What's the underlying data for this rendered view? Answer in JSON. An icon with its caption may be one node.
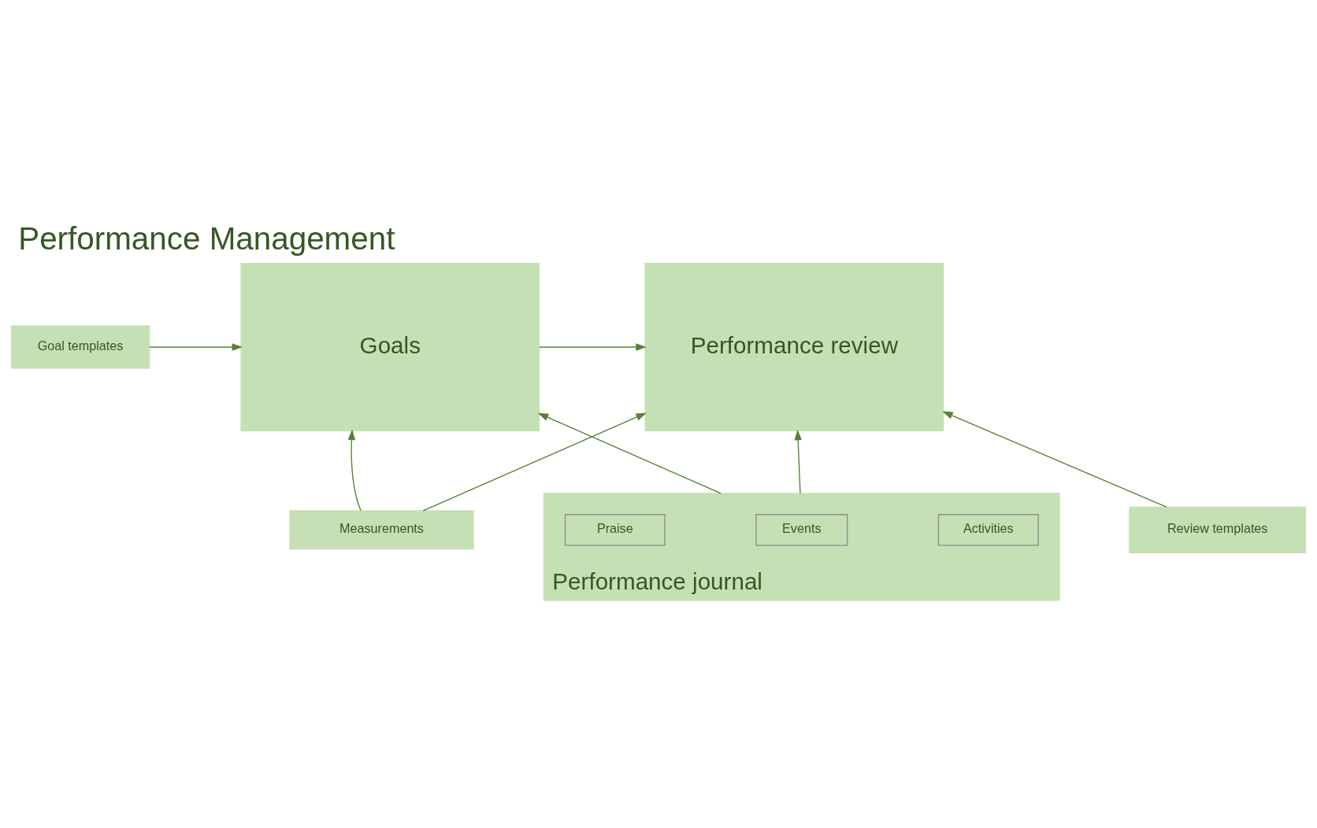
{
  "diagram": {
    "title": "Performance Management",
    "nodes": [
      {
        "text": [
          "Measurements"
        ]
      },
      {
        "text": [
          "Performance review"
        ]
      },
      {
        "text": [
          "Goals"
        ]
      },
      {
        "text": [
          "Goal templates"
        ]
      },
      {
        "text": [
          "Review templates"
        ]
      },
      {
        "text": [
          "Performance journal"
        ]
      },
      {
        "text": [
          "Activities"
        ],
        "in": 5
      },
      {
        "text": [
          "Events"
        ],
        "in": 5
      },
      {
        "text": [
          "Praise"
        ],
        "in": 5
      }
    ],
    "edges": [
      {
        "from": 0,
        "to": 1,
        "arrow": "to"
      },
      {
        "from": 0,
        "to": 2,
        "arrow": "to"
      },
      {
        "from": 2,
        "to": 1,
        "arrow": "to"
      },
      {
        "from": 3,
        "to": 2,
        "arrow": "to"
      },
      {
        "from": 4,
        "to": 1,
        "arrow": "to"
      },
      {
        "from": 5,
        "to": 1,
        "arrow": "to"
      },
      {
        "from": 5,
        "to": 2,
        "arrow": "to"
      }
    ]
  }
}
